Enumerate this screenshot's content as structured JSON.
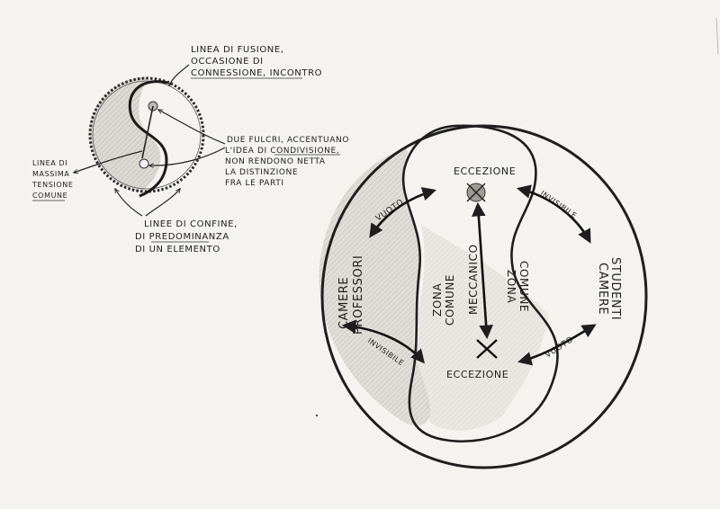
{
  "small": {
    "fusion": [
      "LINEA DI FUSIONE,",
      "OCCASIONE DI",
      "CONNESSIONE, INCONTRO"
    ],
    "fulcri": [
      "DUE FULCRI, ACCENTUANO",
      "L'IDEA DI CONDIVISIONE,",
      "NON RENDONO NETTA",
      "LA DISTINZIONE",
      "FRA LE PARTI"
    ],
    "tension": [
      "LINEA DI",
      "MASSIMA",
      "TENSIONE",
      "COMUNE"
    ],
    "confine": [
      "LINEE DI CONFINE,",
      "DI PREDOMINANZA",
      "DI UN ELEMENTO"
    ]
  },
  "large": {
    "top_exception": "ECCEZIONE",
    "bottom_exception": "ECCEZIONE",
    "vuoto_top": "VUOTO",
    "invisibile_top": "INVISIBILE",
    "invisibile_bottom": "INVISIBILE",
    "vuoto_bottom": "VUOTO",
    "camere_prof": [
      "CAMERE",
      "PROFESSORI"
    ],
    "camere_stud": [
      "CAMERE",
      "STUDENTI"
    ],
    "zona_left": [
      "ZONA",
      "COMUNE"
    ],
    "zona_right": [
      "ZONA",
      "COMUNE"
    ],
    "meccanico": "MECCANICO"
  }
}
